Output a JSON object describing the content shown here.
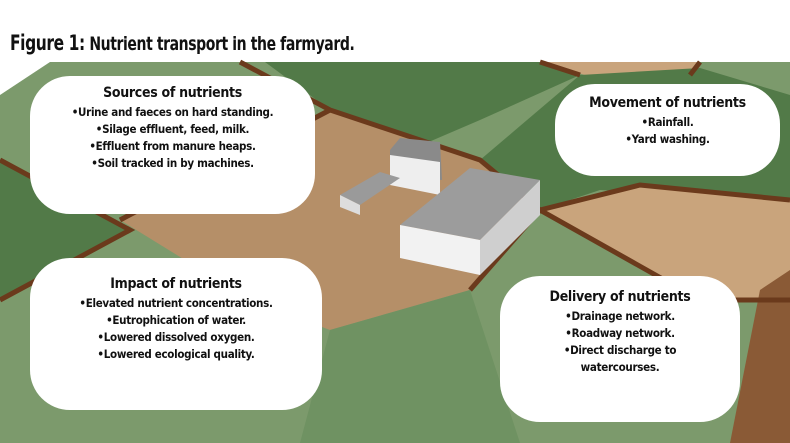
{
  "figure": {
    "label": "Figure 1:",
    "caption": "Nutrient transport in the farmyard."
  },
  "boxes": {
    "sources": {
      "heading": "Sources of nutrients",
      "items": [
        "•Urine and faeces on hard standing.",
        "•Silage effluent, feed, milk.",
        "•Effluent from manure heaps.",
        "•Soil tracked in by machines."
      ]
    },
    "movement": {
      "heading": "Movement of nutrients",
      "items": [
        "•Rainfall.",
        "•Yard washing."
      ]
    },
    "impact": {
      "heading": "Impact of nutrients",
      "items": [
        "•Elevated nutrient concentrations.",
        "•Eutrophication of water.",
        "•Lowered dissolved oxygen.",
        "•Lowered ecological quality."
      ]
    },
    "delivery": {
      "heading": "Delivery of nutrients",
      "items": [
        "•Drainage network.",
        "•Roadway network.",
        "•Direct discharge to",
        "watercourses."
      ]
    }
  },
  "colors": {
    "light_green": "#7c9a6c",
    "dark_green": "#527a48",
    "tan": "#c9a47c",
    "brown": "#6b3a1c",
    "yard": "#b58f68"
  }
}
